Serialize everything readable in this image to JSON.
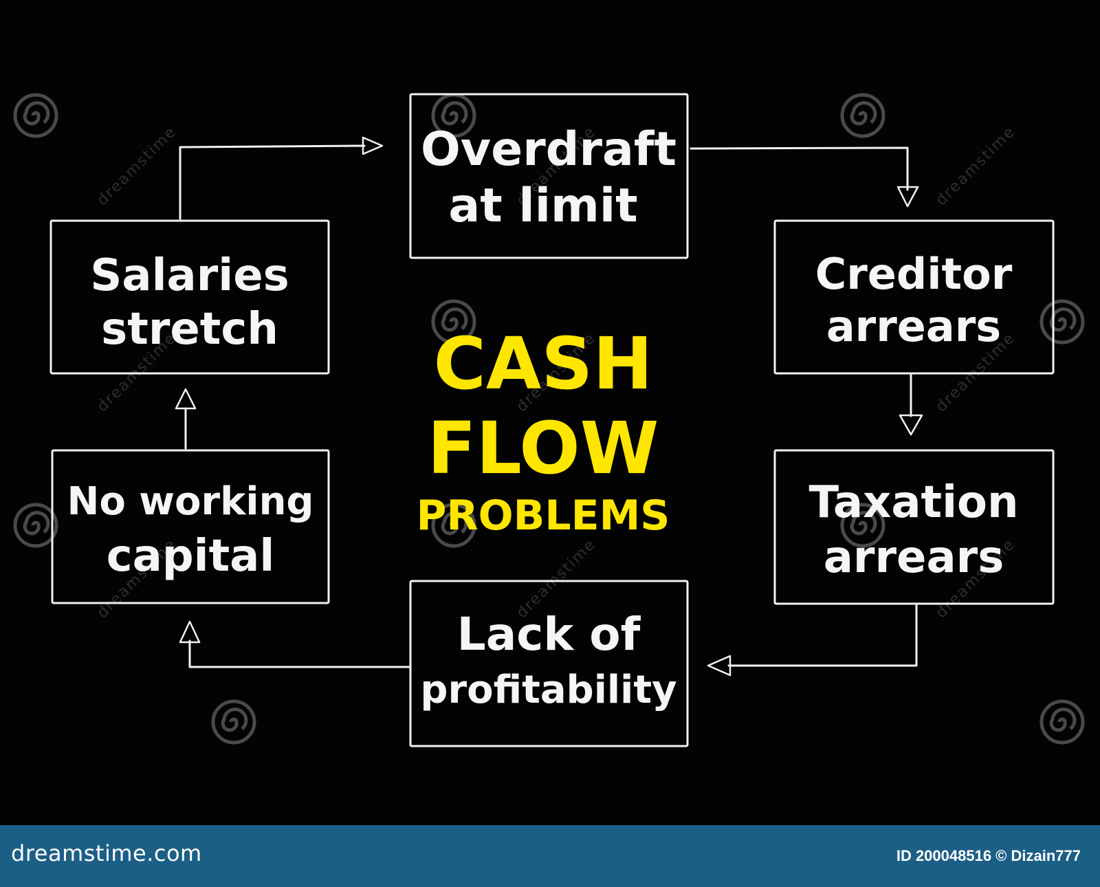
{
  "diagram": {
    "title": {
      "line1": "CASH",
      "line2": "FLOW",
      "line3": "PROBLEMS",
      "color": "#ffe600"
    },
    "nodes": [
      {
        "id": "overdraft",
        "line1": "Overdraft",
        "line2": "at limit"
      },
      {
        "id": "creditor",
        "line1": "Creditor",
        "line2": "arrears"
      },
      {
        "id": "taxation",
        "line1": "Taxation",
        "line2": "arrears"
      },
      {
        "id": "lack",
        "line1": "Lack of",
        "line2": "profitability"
      },
      {
        "id": "noworking",
        "line1": "No working",
        "line2": "capital"
      },
      {
        "id": "salaries",
        "line1": "Salaries",
        "line2": "stretch"
      }
    ],
    "edges": [
      {
        "from": "salaries",
        "to": "overdraft"
      },
      {
        "from": "overdraft",
        "to": "creditor"
      },
      {
        "from": "creditor",
        "to": "taxation"
      },
      {
        "from": "taxation",
        "to": "lack"
      },
      {
        "from": "lack",
        "to": "noworking"
      },
      {
        "from": "noworking",
        "to": "salaries"
      }
    ],
    "stroke_color": "#f2f2f2",
    "background": "#030303"
  },
  "watermark": {
    "text": "dreamstime",
    "icon": "spiral-logo-icon"
  },
  "footer": {
    "brand": "dreamstime.com",
    "credit": "ID 200048516 © Dizain777",
    "background": "#1b5f86"
  }
}
